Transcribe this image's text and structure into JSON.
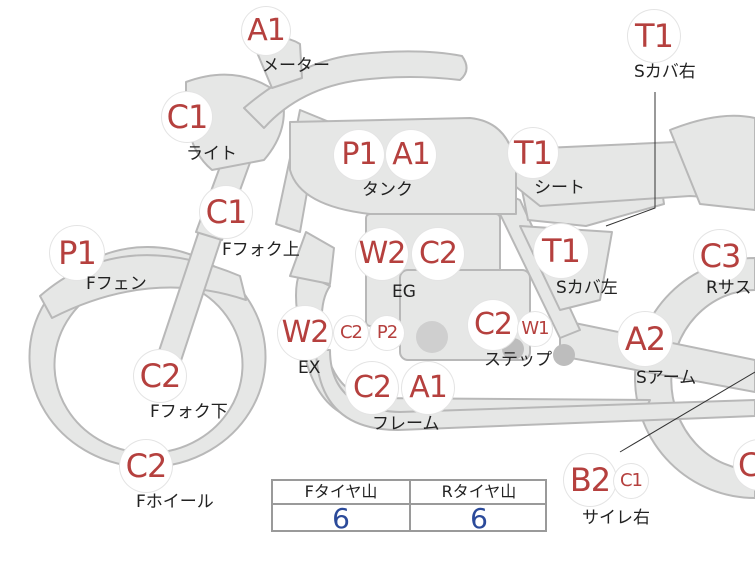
{
  "colors": {
    "badge_text": "#b5403e",
    "body_fill": "#e6e7e6",
    "body_stroke": "#b8b8b8",
    "value_text": "#2b4a9a"
  },
  "badges": {
    "meter_a1": "A1",
    "sidecover_r_t1": "T1",
    "light_c1": "C1",
    "tank_p1": "P1",
    "tank_a1": "A1",
    "seat_t1": "T1",
    "fork_upper_c1": "C1",
    "fender_p1": "P1",
    "eg_w2": "W2",
    "eg_c2": "C2",
    "sidecover_l_t1": "T1",
    "rsus_c3": "C3",
    "ex_w2": "W2",
    "ex_c2": "C2",
    "ex_p2": "P2",
    "step_c2": "C2",
    "step_w1": "W1",
    "sarm_a2": "A2",
    "fork_lower_c2": "C2",
    "frame_c2": "C2",
    "frame_a1": "A1",
    "wheel_c2": "C2",
    "muffler_b2": "B2",
    "muffler_c1": "C1",
    "rwheel_c": "C"
  },
  "labels": {
    "meter": "メーター",
    "sidecover_r": "Sカバ右",
    "light": "ライト",
    "tank": "タンク",
    "seat": "シート",
    "fork_upper": "Fフォク上",
    "fender": "Fフェン",
    "eg": "EG",
    "sidecover_l": "Sカバ左",
    "rsus": "Rサス",
    "ex": "EX",
    "step": "ステップ",
    "sarm": "Sアーム",
    "fork_lower": "Fフォク下",
    "frame": "フレーム",
    "fwheel": "Fホイール",
    "muffler_r": "サイレ右"
  },
  "tire_table": {
    "front_header": "Fタイヤ山",
    "rear_header": "Rタイヤ山",
    "front_value": "6",
    "rear_value": "6"
  }
}
